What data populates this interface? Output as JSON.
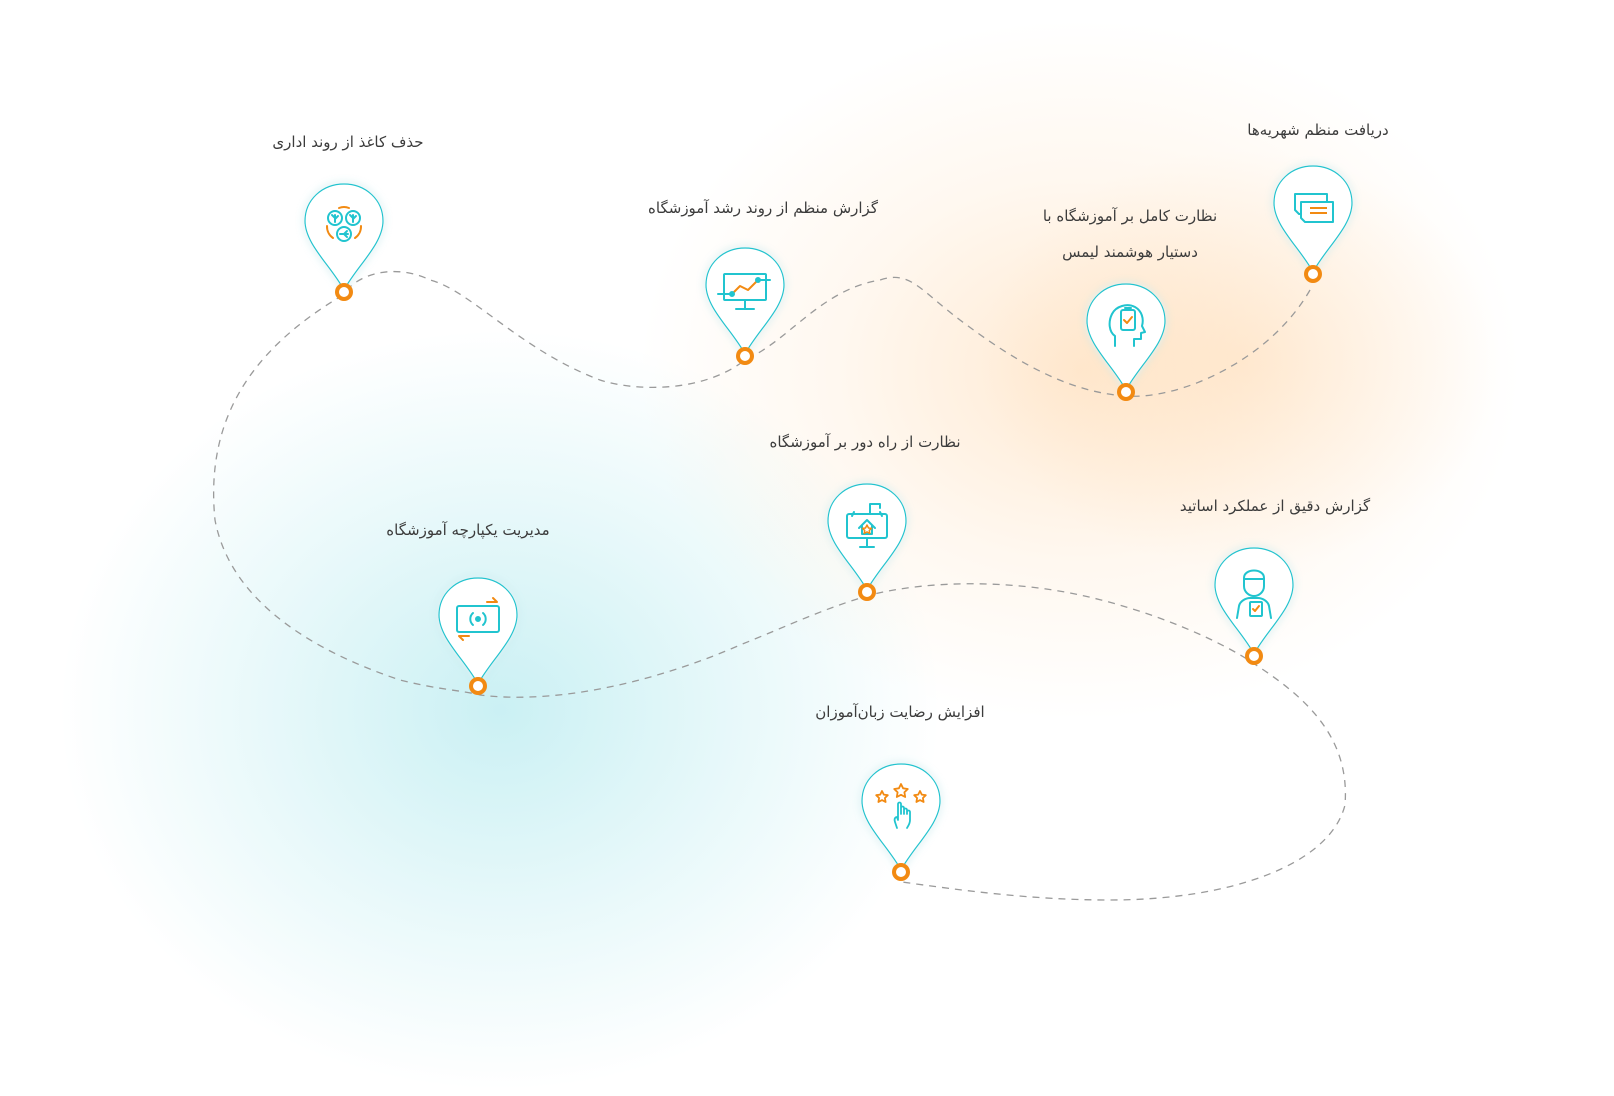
{
  "theme": {
    "teal": "#21c4cf",
    "orange": "#f28a12",
    "path_dash": "#9a9a9a",
    "text": "#3c3c3c"
  },
  "milestones": [
    {
      "id": "invoices",
      "label": "دریافت منظم شهریه‌ها",
      "icon": "invoices-icon"
    },
    {
      "id": "lms-assistant",
      "label_line1": "نظارت کامل بر آموزشگاه با",
      "label_line2": "دستیار هوشمند لیمس",
      "icon": "mind-check-icon"
    },
    {
      "id": "growth-report",
      "label": "گزارش منظم از روند رشد آموزشگاه",
      "icon": "monitor-chart-icon"
    },
    {
      "id": "paperless",
      "label": "حذف کاغذ از روند اداری",
      "icon": "recycle-leaves-icon"
    },
    {
      "id": "remote-monitoring",
      "label": "نظارت از راه دور بر آموزشگاه",
      "icon": "remote-school-icon"
    },
    {
      "id": "teacher-report",
      "label": "گزارش دقیق از عملکرد اساتید",
      "icon": "teacher-check-icon"
    },
    {
      "id": "integrated-management",
      "label": "مدیریت یکپارچه آموزشگاه",
      "icon": "integrated-sync-icon"
    },
    {
      "id": "student-satisfaction",
      "label": "افزایش رضایت زبان‌آموزان",
      "icon": "rating-hand-icon"
    }
  ]
}
